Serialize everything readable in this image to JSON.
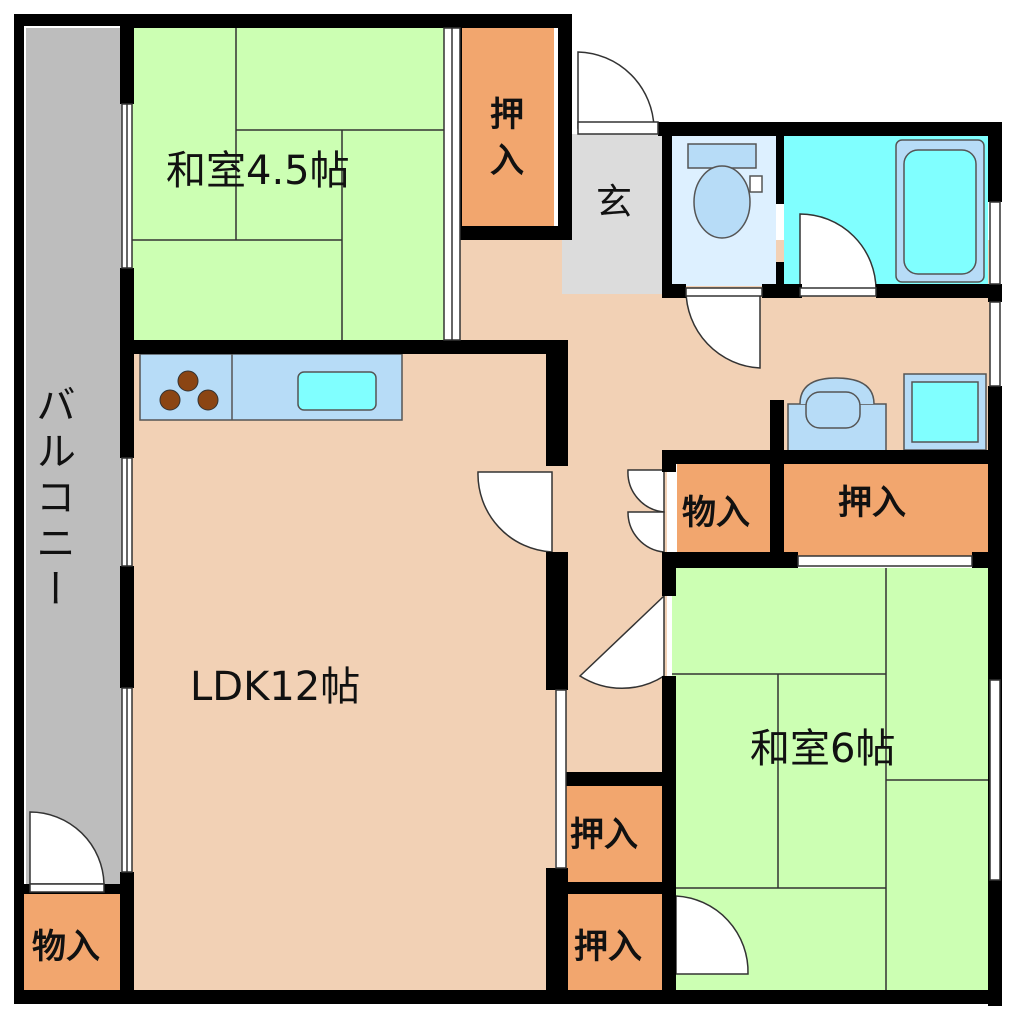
{
  "colors": {
    "wall": "#000000",
    "tatami": "#ccffb3",
    "ldk": "#f2d1b5",
    "storage": "#f2a66e",
    "balcony": "#bdbdbd",
    "genkan": "#dcdcdc",
    "toilet": "#ddf0ff",
    "bath": "#80ffff",
    "fixture": "#b7dcf7",
    "burner": "#8b4513"
  },
  "rooms": {
    "washitsu_45": "和室4.5帖",
    "washitsu_6": "和室6帖",
    "ldk": "LDK12帖",
    "genkan": "玄",
    "balcony": "バルコニー"
  },
  "storage": {
    "closet_top": [
      "押",
      "入"
    ],
    "closet_right": "押入",
    "monoire_mid": "物入",
    "closet_lower_1": "押入",
    "closet_lower_2": "押入",
    "monoire_balcony": "物入"
  }
}
